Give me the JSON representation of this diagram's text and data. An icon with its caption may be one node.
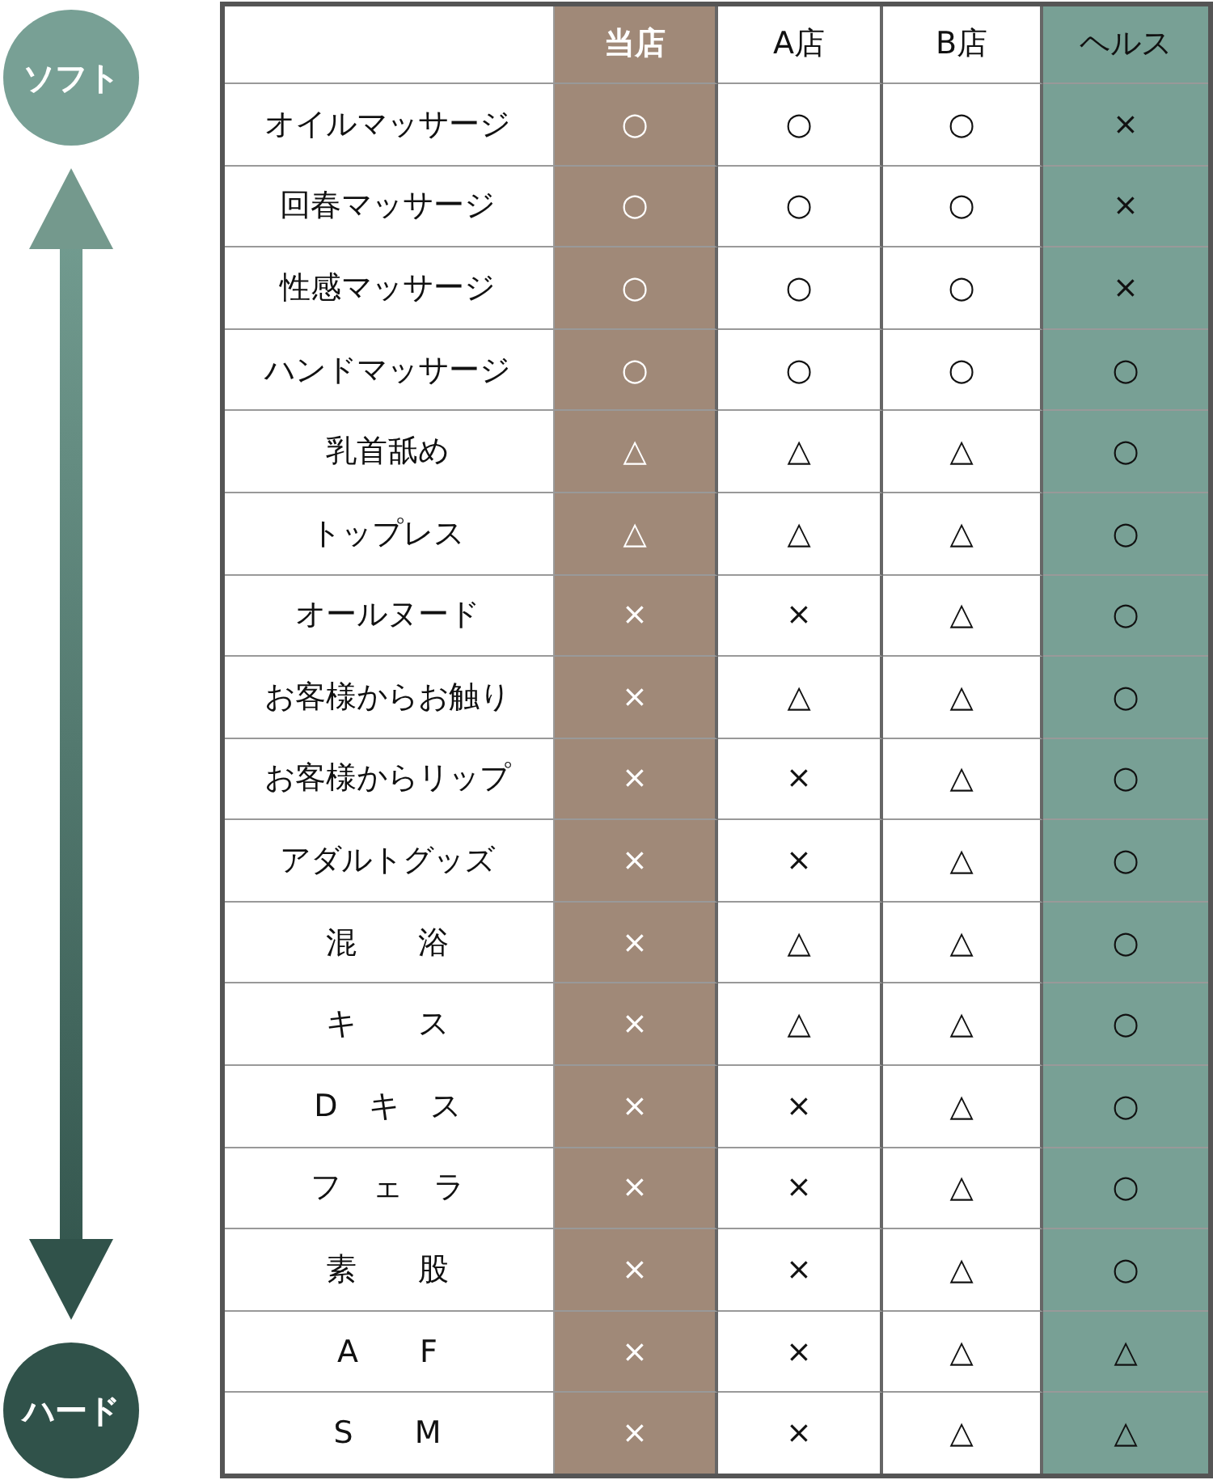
{
  "diagram": {
    "nodes": [
      {
        "text": [
          "ソフト"
        ]
      },
      {
        "text": [
          "ハード"
        ]
      }
    ],
    "edges": [
      {
        "from": 0,
        "to": 1,
        "arrow": "both"
      }
    ],
    "labels": [
      "当店",
      "A店",
      "B店",
      "ヘルス",
      "オイルマッサージ",
      "○",
      "○",
      "○",
      "×",
      "回春マッサージ",
      "○",
      "○",
      "○",
      "×",
      "性感マッサージ",
      "○",
      "○",
      "○",
      "×",
      "ハンドマッサージ",
      "○",
      "○",
      "○",
      "○",
      "乳首舐め",
      "△",
      "△",
      "△",
      "○",
      "トップレス",
      "△",
      "△",
      "△",
      "○",
      "オールヌード",
      "×",
      "×",
      "△",
      "○",
      "お客様からお触り",
      "×",
      "△",
      "△",
      "○",
      "お客様からリップ",
      "×",
      "×",
      "△",
      "○",
      "アダルトグッズ",
      "×",
      "×",
      "△",
      "○",
      "混　　浴",
      "×",
      "△",
      "△",
      "○",
      "キ　　ス",
      "×",
      "△",
      "△",
      "○",
      "D　キ　ス",
      "×",
      "×",
      "△",
      "○",
      "フ　ェ　ラ",
      "×",
      "×",
      "△",
      "○",
      "素　　股",
      "×",
      "×",
      "△",
      "○",
      "A　　F",
      "×",
      "×",
      "△",
      "△",
      "S　　M",
      "×",
      "×",
      "△",
      "△"
    ]
  }
}
